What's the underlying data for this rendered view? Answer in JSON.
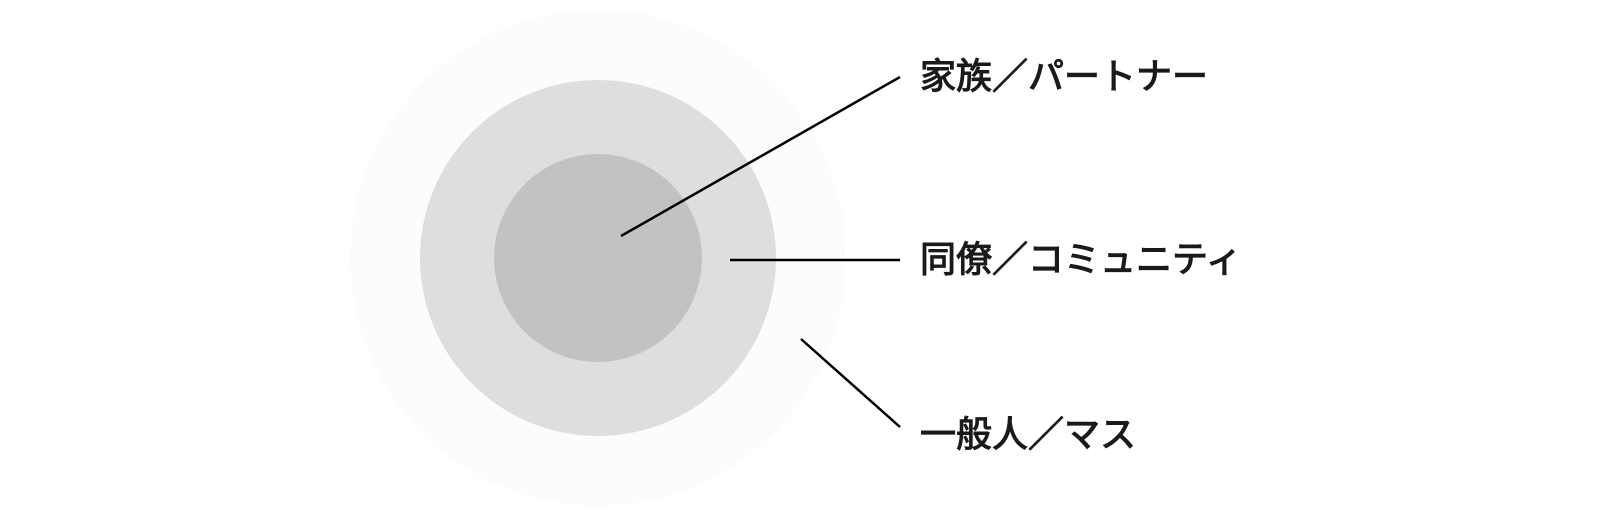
{
  "colors": {
    "background": "#ffffff",
    "outer_ring": "#fcfcfc",
    "middle_ring": "#dedede",
    "inner_circle": "#c2c2c2",
    "leader_line": "#000000",
    "label_text": "#1a1a1a"
  },
  "rings": {
    "inner": {
      "label": "家族／パートナー"
    },
    "middle": {
      "label": "同僚／コミュニティ"
    },
    "outer": {
      "label": "一般人／マス"
    }
  }
}
